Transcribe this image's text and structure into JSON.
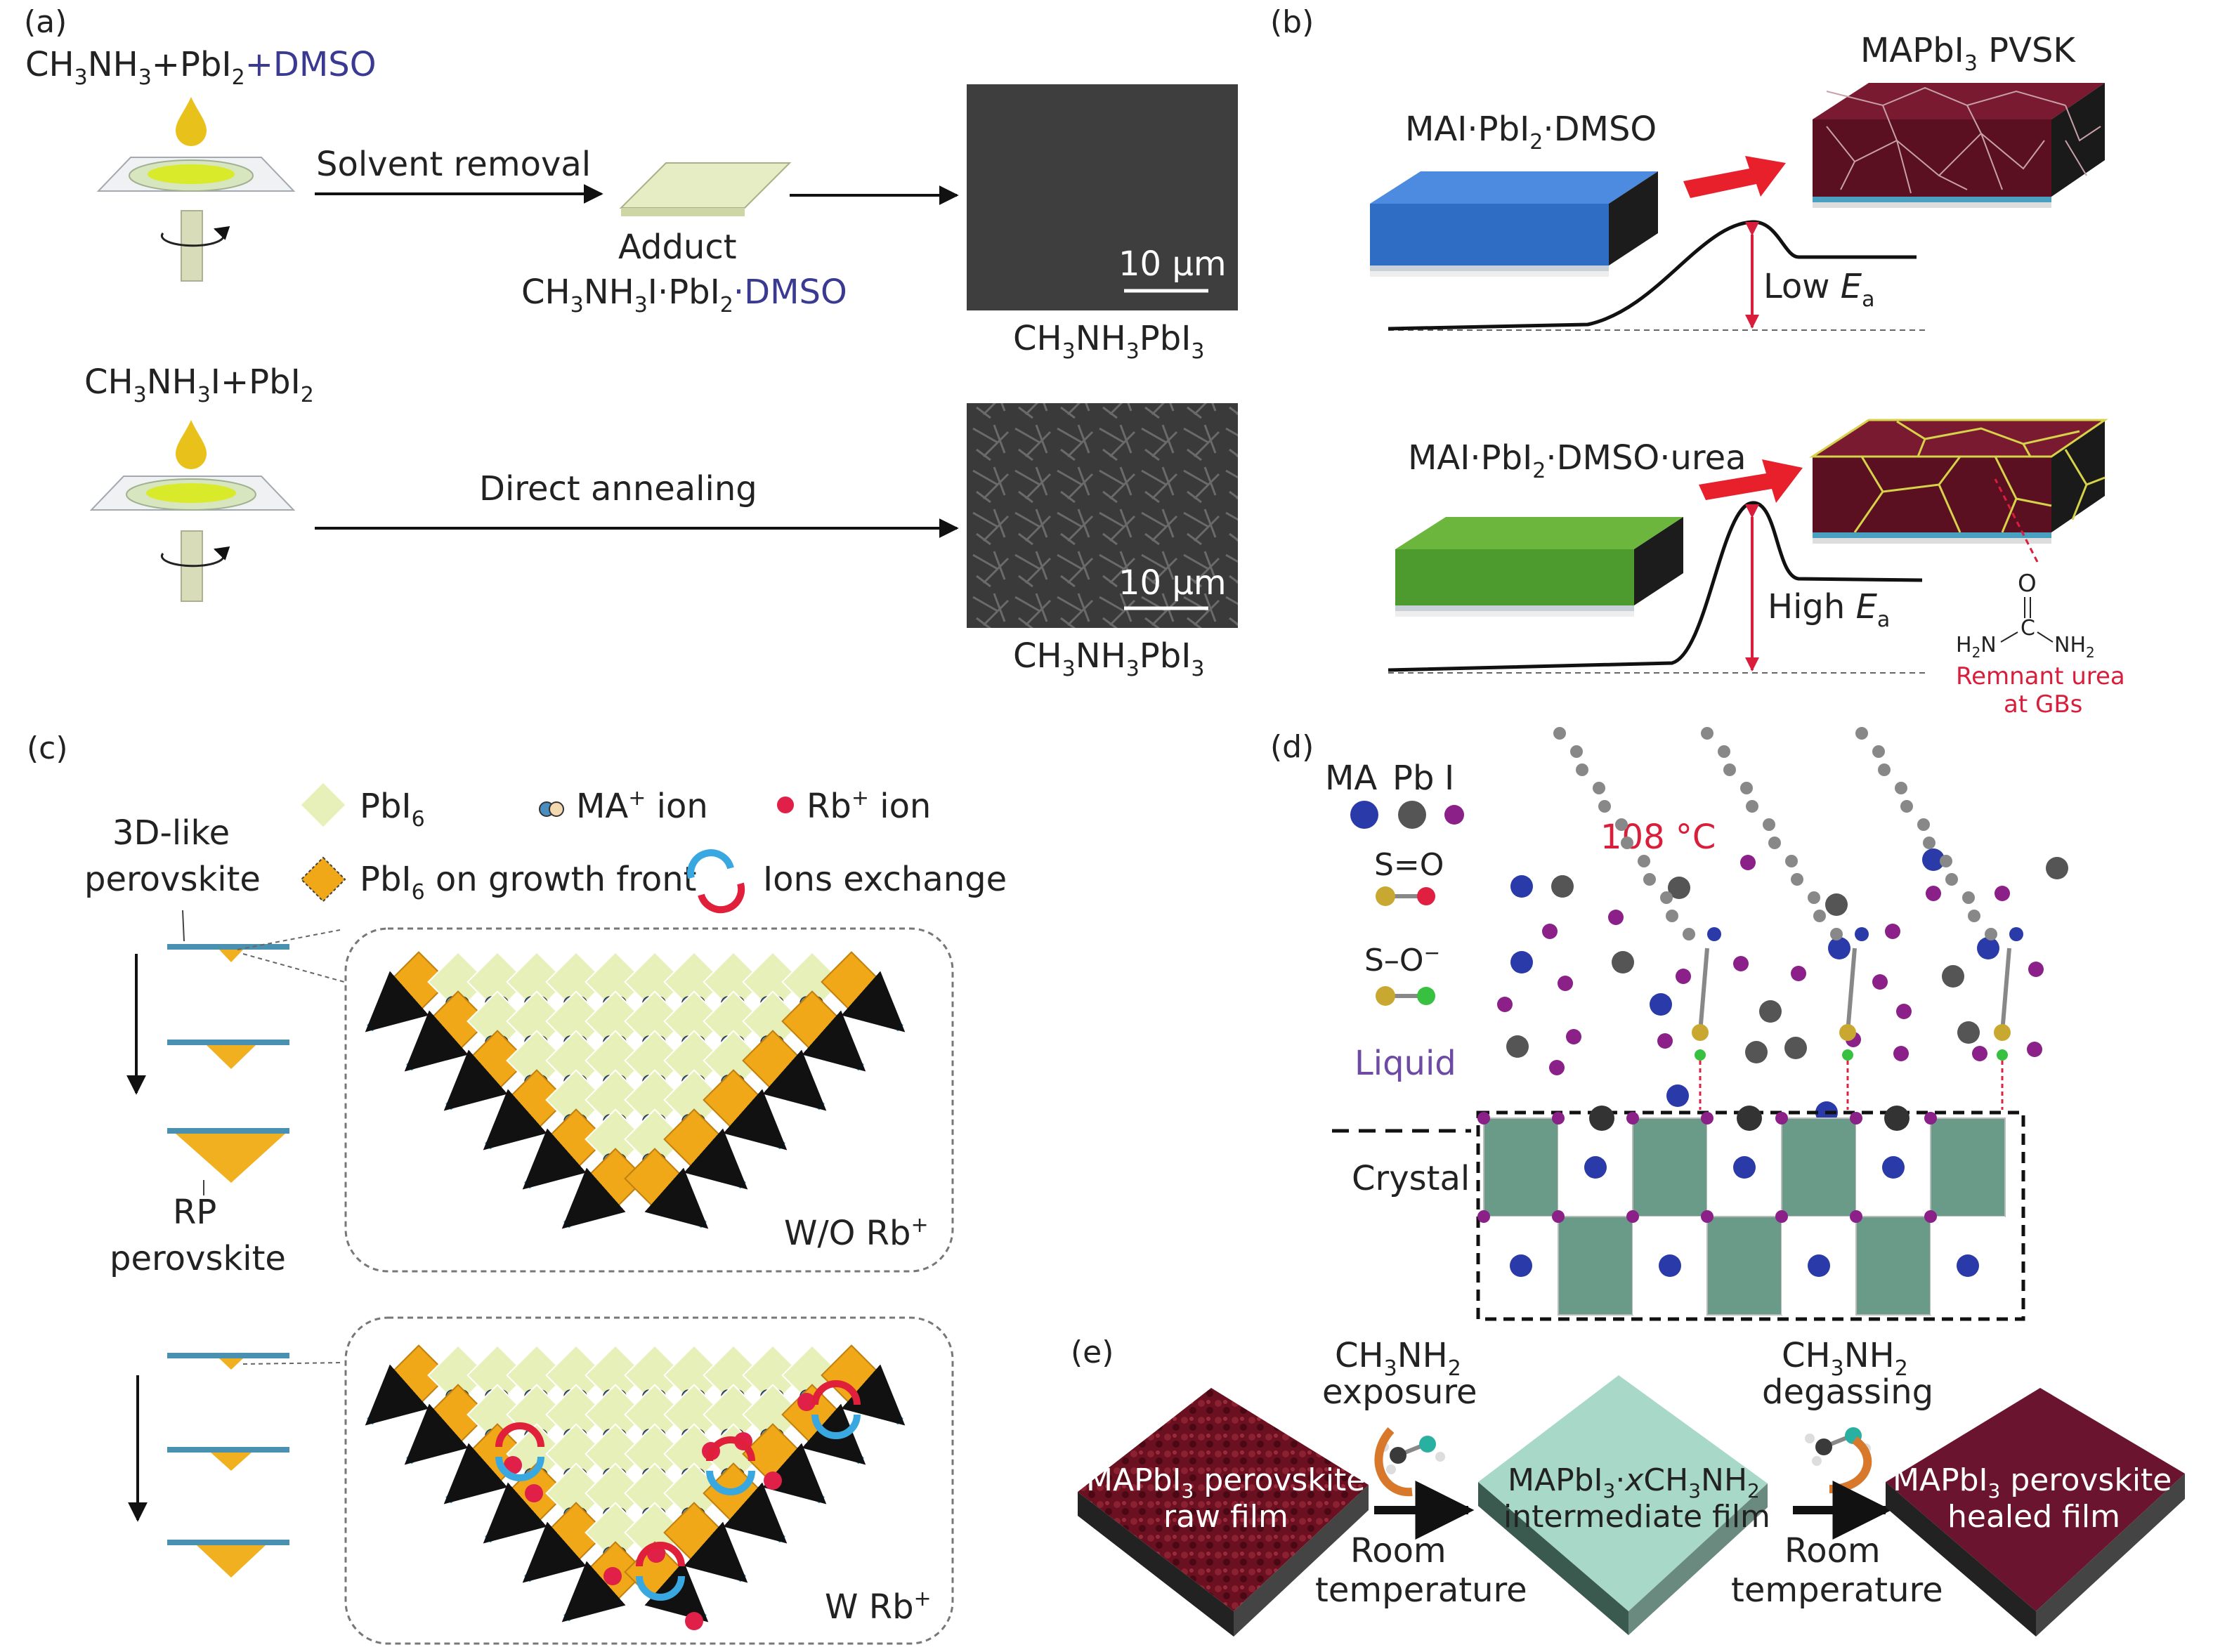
{
  "panel_labels": {
    "a": "(a)",
    "b": "(b)",
    "c": "(c)",
    "d": "(d)",
    "e": "(e)"
  },
  "panel_a": {
    "top_precursor": [
      "CH",
      "3",
      "NH",
      "3",
      "+PbI",
      "2",
      "+DMSO"
    ],
    "solvent_removal": "Solvent removal",
    "adduct": "Adduct",
    "adduct_formula": [
      "CH",
      "3",
      "NH",
      "3",
      "I·PbI",
      "2",
      "·DMSO"
    ],
    "bottom_precursor": [
      "CH",
      "3",
      "NH",
      "3",
      "I+PbI",
      "2"
    ],
    "direct_annealing": "Direct annealing",
    "scale_bar": "10 μm",
    "product": [
      "CH",
      "3",
      "NH",
      "3",
      "PbI",
      "3"
    ]
  },
  "panel_b": {
    "top_intermediate": [
      "MAI·PbI",
      "2",
      "·DMSO"
    ],
    "top_product": [
      "MAPbI",
      "3",
      " PVSK"
    ],
    "low_ea": [
      "Low ",
      "E",
      "a"
    ],
    "bottom_intermediate": [
      "MAI·PbI",
      "2",
      "·DMSO·urea"
    ],
    "high_ea": [
      "High ",
      "E",
      "a"
    ],
    "urea_o": "O",
    "urea_left": [
      "H",
      "2",
      "N"
    ],
    "urea_c": "C",
    "urea_right": [
      "NH",
      "2"
    ],
    "remnant_line1": "Remnant urea",
    "remnant_line2": "at GBs",
    "colors": {
      "dmso_film": "#2f6cc4",
      "urea_film": "#4d9a2e",
      "pvsk": "#5a1020",
      "arrow": "#e8202c"
    }
  },
  "panel_c": {
    "left_top": [
      "3D-like",
      "perovskite"
    ],
    "left_bottom": [
      "RP",
      "perovskite"
    ],
    "legend_pbi6": [
      "PbI",
      "6"
    ],
    "legend_ma": [
      "MA",
      "+",
      " ion"
    ],
    "legend_rb": [
      "Rb",
      "+",
      " ion"
    ],
    "legend_growth": [
      "PbI",
      "6",
      " on growth front"
    ],
    "legend_exchange": "Ions exchange",
    "wo_rb": [
      "W/O Rb",
      "+"
    ],
    "w_rb": [
      "W Rb",
      "+"
    ],
    "colors": {
      "lattice": "#e6f0b8",
      "growth": "#f0a818",
      "rb": "#e02048",
      "arrow": "#3aa8e0",
      "layer": "#4a90b0"
    }
  },
  "panel_d": {
    "legend_head": [
      "MA",
      "Pb",
      "I"
    ],
    "s_o": "S=O",
    "s_o_minus": [
      "S–O",
      "−"
    ],
    "liquid": "Liquid",
    "temperature": "108 °C",
    "crystal": "Crystal",
    "colors": {
      "ma": "#2a3aa8",
      "pb": "#555555",
      "i": "#8a2088",
      "octa": "#6a9a88"
    }
  },
  "panel_e": {
    "exposure_top": [
      "CH",
      "3",
      "NH",
      "2"
    ],
    "exposure_word": "exposure",
    "degassing_top": [
      "CH",
      "3",
      "NH",
      "2"
    ],
    "degassing_word": "degassing",
    "raw_line1": [
      "MAPbI",
      "3",
      " perovskite"
    ],
    "raw_line2": "raw film",
    "inter_line1": [
      "MAPbI",
      "3",
      "·",
      "x",
      "CH",
      "3",
      "NH",
      "2"
    ],
    "inter_line2": "intermediate film",
    "healed_line1": [
      "MAPbI",
      "3",
      " perovskite"
    ],
    "healed_line2": "healed film",
    "room1": "Room",
    "temp1": "temperature",
    "room2": "Room",
    "temp2": "temperature",
    "colors": {
      "raw": "#6a1020",
      "inter": "#a8d8c8",
      "healed": "#6a1430"
    }
  }
}
